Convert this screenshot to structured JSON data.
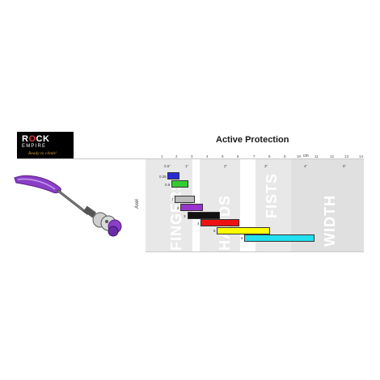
{
  "brand": {
    "name_part1": "R",
    "name_o": "O",
    "name_part2": "CK",
    "sub": "EMPIRE",
    "tagline": "Ready to climb!"
  },
  "title": "Active Protection",
  "axis_label": "Axel",
  "cm_ticks": [
    "1",
    "2",
    "3",
    "4",
    "5",
    "6",
    "7",
    "8",
    "9",
    "10",
    "11",
    "12",
    "13",
    "14"
  ],
  "cm_unit": "cm",
  "inch_ticks": [
    "0.5\"",
    "1\"",
    "2\"",
    "3\"",
    "4\"",
    "5\""
  ],
  "zones": [
    "FINGERS",
    "HANDS",
    "FISTS",
    "WIDTH"
  ],
  "sizes": [
    "0.25",
    "0.5",
    "1",
    "2",
    "3",
    "4",
    "5",
    "6"
  ],
  "colors": {
    "size_025": "#2a2ad4",
    "size_05": "#33cc33",
    "size_1": "#bbbbbb",
    "size_2": "#9933cc",
    "size_3": "#111111",
    "size_4": "#ee1111",
    "size_5": "#ffff00",
    "size_6": "#22e0ee"
  },
  "product_image": "purple-cam-device"
}
